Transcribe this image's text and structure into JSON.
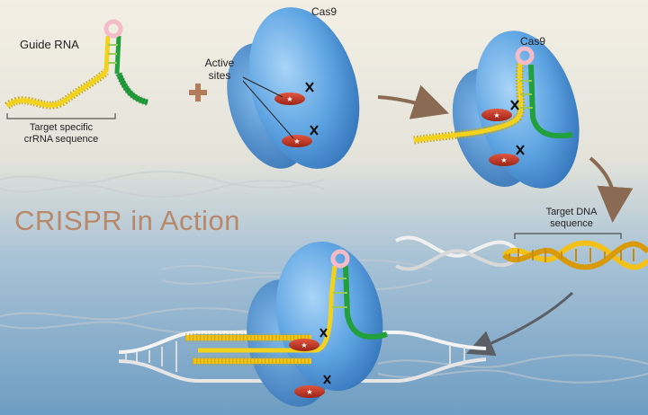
{
  "title": "CRISPR in Action",
  "labels": {
    "guide_rna": "Guide RNA",
    "cas9_1": "Cas9",
    "cas9_2": "Cas9",
    "active_sites": "Active sites",
    "target_specific": "Target specific",
    "crrna_sequence": "crRNA sequence",
    "target_dna": "Target DNA",
    "dna_sequence": "sequence",
    "plus": "+"
  },
  "colors": {
    "background_top": "#f1ece0",
    "background_bottom": "#6f9ec4",
    "cas9_blue": "#4d93d6",
    "rna_yellow": "#f2d21a",
    "rna_green": "#1f9a3a",
    "active_site_red": "#c63a2a",
    "arrow_brown": "#8a6a52",
    "title_color": "#b9876a"
  }
}
